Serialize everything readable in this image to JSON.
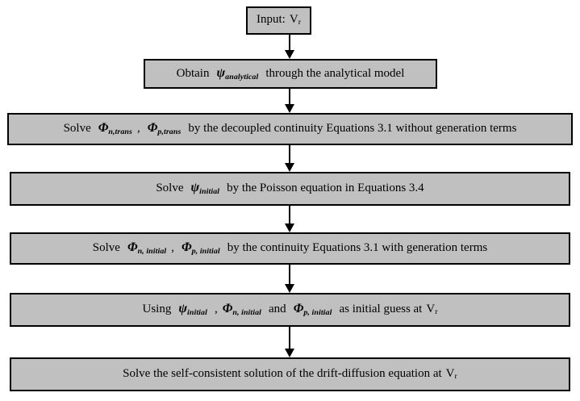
{
  "diagram": {
    "type": "flowchart",
    "title": "Self-consistent drift-diffusion solution procedure",
    "orientation": "top-to-bottom",
    "box_fill_color": "#c0c0c0",
    "box_border_color": "#000000",
    "background_color": "#ffffff",
    "arrow_color": "#000000",
    "nodes": [
      {
        "id": "node-input",
        "name": "input-voltage",
        "plain_text": "Input: Vr",
        "parts": [
          {
            "kind": "text",
            "value": "Input:"
          },
          {
            "kind": "space"
          },
          {
            "kind": "var",
            "base": "V",
            "sub": "r"
          }
        ]
      },
      {
        "id": "node-obtain-psi-analytical",
        "name": "obtain-psi-analytical",
        "plain_text": "Obtain ψanalytical through the analytical model",
        "parts": [
          {
            "kind": "text",
            "value": "Obtain"
          },
          {
            "kind": "space-wide"
          },
          {
            "kind": "sym",
            "base": "ψ",
            "sub": "analytical"
          },
          {
            "kind": "space-wide"
          },
          {
            "kind": "text",
            "value": "through the analytical model"
          }
        ]
      },
      {
        "id": "node-solve-phi-trans",
        "name": "solve-phi-trans",
        "plain_text": "Solve Φn,trans , Φp,trans by the decoupled continuity Equations 3.1 without generation terms",
        "parts": [
          {
            "kind": "text",
            "value": "Solve"
          },
          {
            "kind": "space-wide"
          },
          {
            "kind": "sym",
            "base": "Φ",
            "sub": "n,trans"
          },
          {
            "kind": "space"
          },
          {
            "kind": "text",
            "value": ","
          },
          {
            "kind": "space-wide"
          },
          {
            "kind": "sym",
            "base": "Φ",
            "sub": "p,trans"
          },
          {
            "kind": "space-wide"
          },
          {
            "kind": "text",
            "value": "by the decoupled continuity Equations 3.1 without generation terms"
          }
        ]
      },
      {
        "id": "node-solve-psi-initial",
        "name": "solve-psi-initial",
        "plain_text": "Solve ψinitial by the Poisson equation in Equations 3.4",
        "parts": [
          {
            "kind": "text",
            "value": "Solve"
          },
          {
            "kind": "space-wide"
          },
          {
            "kind": "sym",
            "base": "ψ",
            "sub": "initial"
          },
          {
            "kind": "space-wide"
          },
          {
            "kind": "text",
            "value": "by the Poisson equation in Equations 3.4"
          }
        ]
      },
      {
        "id": "node-solve-phi-initial",
        "name": "solve-phi-initial",
        "plain_text": "Solve Φn,initial , Φp,initial by the continuity Equations 3.1 with generation terms",
        "parts": [
          {
            "kind": "text",
            "value": "Solve"
          },
          {
            "kind": "space-wide"
          },
          {
            "kind": "sym",
            "base": "Φ",
            "sub": "n, initial"
          },
          {
            "kind": "space"
          },
          {
            "kind": "text",
            "value": ","
          },
          {
            "kind": "space-wide"
          },
          {
            "kind": "sym",
            "base": "Φ",
            "sub": "p, initial"
          },
          {
            "kind": "space-wide"
          },
          {
            "kind": "text",
            "value": "by the continuity Equations 3.1 with generation terms"
          }
        ]
      },
      {
        "id": "node-using-initial-guess",
        "name": "using-initial-guess",
        "plain_text": "Using ψinitial , Φn,initial and Φp,initial as initial guess at Vr",
        "parts": [
          {
            "kind": "text",
            "value": "Using"
          },
          {
            "kind": "space-wide"
          },
          {
            "kind": "sym",
            "base": "ψ",
            "sub": "initial"
          },
          {
            "kind": "space-wide"
          },
          {
            "kind": "text",
            "value": ","
          },
          {
            "kind": "space"
          },
          {
            "kind": "sym",
            "base": "Φ",
            "sub": "n, initial"
          },
          {
            "kind": "space-wide"
          },
          {
            "kind": "text",
            "value": "and"
          },
          {
            "kind": "space-wide"
          },
          {
            "kind": "sym",
            "base": "Φ",
            "sub": "p, initial"
          },
          {
            "kind": "space-wide"
          },
          {
            "kind": "text",
            "value": "as initial guess at"
          },
          {
            "kind": "space"
          },
          {
            "kind": "var",
            "base": "V",
            "sub": "r"
          }
        ]
      },
      {
        "id": "node-solve-self-consistent",
        "name": "solve-self-consistent",
        "plain_text": "Solve the self-consistent solution of the drift-diffusion equation at Vr",
        "parts": [
          {
            "kind": "text",
            "value": "Solve the self-consistent solution of the drift-diffusion equation at"
          },
          {
            "kind": "space"
          },
          {
            "kind": "var",
            "base": "V",
            "sub": "r"
          }
        ]
      }
    ],
    "connectors": [
      {
        "name": "arrow-input-to-obtain",
        "from": "node-input",
        "to": "node-obtain-psi-analytical"
      },
      {
        "name": "arrow-obtain-to-solve-phi-trans",
        "from": "node-obtain-psi-analytical",
        "to": "node-solve-phi-trans"
      },
      {
        "name": "arrow-phi-trans-to-psi-initial",
        "from": "node-solve-phi-trans",
        "to": "node-solve-psi-initial"
      },
      {
        "name": "arrow-psi-initial-to-phi-initial",
        "from": "node-solve-psi-initial",
        "to": "node-solve-phi-initial"
      },
      {
        "name": "arrow-phi-initial-to-using",
        "from": "node-solve-phi-initial",
        "to": "node-using-initial-guess"
      },
      {
        "name": "arrow-using-to-self-consistent",
        "from": "node-using-initial-guess",
        "to": "node-solve-self-consistent"
      }
    ]
  }
}
